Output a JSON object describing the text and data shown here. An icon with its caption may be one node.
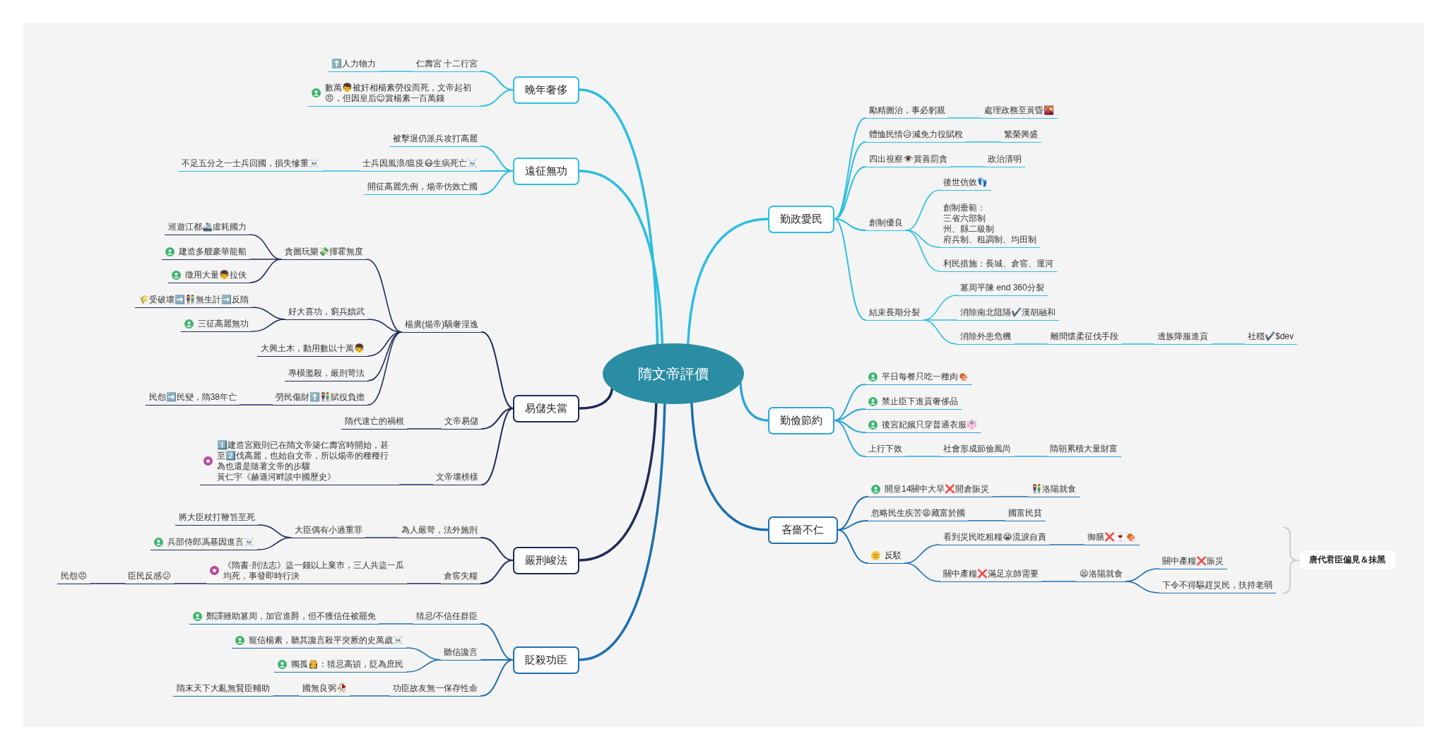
{
  "diagram": {
    "nodes": [
      {
        "text": [
          "隋文帝評價"
        ]
      },
      {
        "text": [
          "晚年奢侈"
        ]
      },
      {
        "text": [
          "仁壽宮 十二行宮"
        ]
      },
      {
        "text": [
          "⬆️人力物力"
        ]
      },
      {
        "text": [
          "數萬👦被奸相楊素勞役而死，文帝起初😠，但因皇后😊賞楊素一百萬錢"
        ]
      },
      {
        "text": [
          "遠征無功"
        ]
      },
      {
        "text": [
          "被擊退仍派兵攻打高麗"
        ]
      },
      {
        "text": [
          "士兵因風浪/瘟疫😷生病死亡☠️"
        ]
      },
      {
        "text": [
          "不足五分之一士兵回國，損失慘重☠️"
        ]
      },
      {
        "text": [
          "開征高麗先例，煬帝仿效亡國"
        ]
      },
      {
        "text": [
          "易儲失當"
        ]
      },
      {
        "text": [
          "楊廣(煬帝)驕奢淫逸"
        ]
      },
      {
        "text": [
          "貪圖玩樂💸揮霍無度"
        ]
      },
      {
        "text": [
          "巡遊江都🚢虛耗國力"
        ]
      },
      {
        "text": [
          "建造多艘豪華龍船"
        ]
      },
      {
        "text": [
          "徵用大量👦拉伕"
        ]
      },
      {
        "text": [
          "好大喜功，窮兵黷武"
        ]
      },
      {
        "text": [
          "🌾受破壞➡️👫無生計➡️反隋"
        ]
      },
      {
        "text": [
          "三征高麗無功"
        ]
      },
      {
        "text": [
          "大興土木，動用數以十萬👦"
        ]
      },
      {
        "text": [
          "專橫濫殺，嚴刑苛法"
        ]
      },
      {
        "text": [
          "勞民傷財⬆️👫賦役負擔"
        ]
      },
      {
        "text": [
          "民怨➡️民變，隋38年亡"
        ]
      },
      {
        "text": [
          "文帝易儲"
        ]
      },
      {
        "text": [
          "隋代速亡的禍根"
        ]
      },
      {
        "text": [
          "文帝壞榜樣"
        ]
      },
      {
        "text": [
          "1️⃣建造宮殿則已在隋文帝築仁壽宮時開始，甚至2️⃣伐高麗，也始自文帝，所以煬帝的種種行為也還是隨著文帝的步驟",
          "黃仁宇《赫遜河畔談中國歷史》"
        ]
      },
      {
        "text": [
          "嚴刑峻法"
        ]
      },
      {
        "text": [
          "為人嚴苛，法外施刑"
        ]
      },
      {
        "text": [
          "大臣偶有小過重罪"
        ]
      },
      {
        "text": [
          "將大臣杖打鞭笞至死"
        ]
      },
      {
        "text": [
          "兵部侍郎馮基因進言☠️"
        ]
      },
      {
        "text": [
          "倉窖失糧"
        ]
      },
      {
        "text": [
          "《隋書·刑法志》盜一錢以上棄市，三人共盜一瓜均死，事發即時行決"
        ]
      },
      {
        "text": [
          "臣民反感😕"
        ]
      },
      {
        "text": [
          "民怨😠"
        ]
      },
      {
        "text": [
          "貶殺功臣"
        ]
      },
      {
        "text": [
          "猜忌/不信任群臣"
        ]
      },
      {
        "text": [
          "鄭譯雖助篡周，加官進爵，但不獲信任被罷免"
        ]
      },
      {
        "text": [
          "聽信讒言"
        ]
      },
      {
        "text": [
          "寵信楊素，聽其讒言殺平突厥的史萬歲☠️"
        ]
      },
      {
        "text": [
          "獨孤👸：猜忌高熲，貶為庶民"
        ]
      },
      {
        "text": [
          "功臣故友無一保存性命"
        ]
      },
      {
        "text": [
          "國無良弼🥀"
        ]
      },
      {
        "text": [
          "隋末天下大亂無賢臣輔助"
        ]
      },
      {
        "text": [
          "勤政愛民"
        ]
      },
      {
        "text": [
          "勵精圖治，事必躬親"
        ]
      },
      {
        "text": [
          "處理政務至黃昏🌇"
        ]
      },
      {
        "text": [
          "體恤民情😥減免力役賦稅"
        ]
      },
      {
        "text": [
          "繁榮興盛"
        ]
      },
      {
        "text": [
          "四出視察👁️賞善罰貪"
        ]
      },
      {
        "text": [
          "政治清明"
        ]
      },
      {
        "text": [
          "創制優良"
        ]
      },
      {
        "text": [
          "後世仿效👣"
        ]
      },
      {
        "text": [
          "創制垂範：",
          "三省六部制",
          "州、縣二級制",
          "府兵制、租調制、均田制"
        ]
      },
      {
        "text": [
          "利民措施：長城、倉窖、運河"
        ]
      },
      {
        "text": [
          "結束長期分裂"
        ]
      },
      {
        "text": [
          "篡周平陳 end 360分裂"
        ]
      },
      {
        "text": [
          "消除南北阻隔✔️漢胡融和"
        ]
      },
      {
        "text": [
          "消除外患危機"
        ]
      },
      {
        "text": [
          "離間懷柔征伐手段"
        ]
      },
      {
        "text": [
          "邊族降服進貢"
        ]
      },
      {
        "text": [
          "社穩✔️$dev"
        ]
      },
      {
        "text": [
          "勤儉節約"
        ]
      },
      {
        "text": [
          "平日每餐只吃一種肉🍖"
        ]
      },
      {
        "text": [
          "禁止臣下進貢奢侈品"
        ]
      },
      {
        "text": [
          "後宮妃嬪只穿普通衣服👘"
        ]
      },
      {
        "text": [
          "上行下效"
        ]
      },
      {
        "text": [
          "社會形成節儉風尚"
        ]
      },
      {
        "text": [
          "隋朝累積大量財富"
        ]
      },
      {
        "text": [
          "吝嗇不仁"
        ]
      },
      {
        "text": [
          "開皇14關中大旱❌開倉賑災"
        ]
      },
      {
        "text": [
          "👫洛陽就食"
        ]
      },
      {
        "text": [
          "忽略民生疾苦😩藏富於國"
        ]
      },
      {
        "text": [
          "國富民貧"
        ]
      },
      {
        "text": [
          "反駁"
        ]
      },
      {
        "text": [
          "看到災民吃粗糧😭流淚自責"
        ]
      },
      {
        "text": [
          "御膳❌🍷🍖"
        ]
      },
      {
        "text": [
          "關中產糧❌滿足京師需要"
        ]
      },
      {
        "text": [
          "😫洛陽就食"
        ]
      },
      {
        "text": [
          "關中產糧❌賑災"
        ]
      },
      {
        "text": [
          "下令不得驅趕災民，扶持老弱"
        ]
      },
      {
        "text": [
          "唐代君臣偏見＆抹黑"
        ]
      }
    ],
    "edges": [
      {
        "from": 0,
        "to": 1,
        "arrow": "none"
      },
      {
        "from": 1,
        "to": 2,
        "arrow": "none"
      },
      {
        "from": 2,
        "to": 3,
        "arrow": "none"
      },
      {
        "from": 1,
        "to": 4,
        "arrow": "none"
      },
      {
        "from": 0,
        "to": 5,
        "arrow": "none"
      },
      {
        "from": 5,
        "to": 6,
        "arrow": "none"
      },
      {
        "from": 5,
        "to": 7,
        "arrow": "none"
      },
      {
        "from": 7,
        "to": 8,
        "arrow": "none"
      },
      {
        "from": 5,
        "to": 9,
        "arrow": "none"
      },
      {
        "from": 0,
        "to": 10,
        "arrow": "none",
        "color": "#1f2b57"
      },
      {
        "from": 10,
        "to": 11,
        "arrow": "none",
        "color": "#1f2b57"
      },
      {
        "from": 11,
        "to": 12,
        "arrow": "none",
        "color": "#1f2b57"
      },
      {
        "from": 12,
        "to": 13,
        "arrow": "none",
        "color": "#1f2b57"
      },
      {
        "from": 12,
        "to": 14,
        "arrow": "none",
        "color": "#1f2b57"
      },
      {
        "from": 12,
        "to": 15,
        "arrow": "none",
        "color": "#1f2b57"
      },
      {
        "from": 11,
        "to": 16,
        "arrow": "none",
        "color": "#1f2b57"
      },
      {
        "from": 16,
        "to": 17,
        "arrow": "none",
        "color": "#1f2b57"
      },
      {
        "from": 16,
        "to": 18,
        "arrow": "none",
        "color": "#1f2b57"
      },
      {
        "from": 11,
        "to": 19,
        "arrow": "none",
        "color": "#1f2b57"
      },
      {
        "from": 11,
        "to": 20,
        "arrow": "none",
        "color": "#1f2b57"
      },
      {
        "from": 11,
        "to": 21,
        "arrow": "none",
        "color": "#1f2b57"
      },
      {
        "from": 21,
        "to": 22,
        "arrow": "none",
        "color": "#1f2b57"
      },
      {
        "from": 10,
        "to": 23,
        "arrow": "none",
        "color": "#1f2b57"
      },
      {
        "from": 23,
        "to": 24,
        "arrow": "none",
        "color": "#1f2b57"
      },
      {
        "from": 10,
        "to": 25,
        "arrow": "none",
        "color": "#1f2b57"
      },
      {
        "from": 25,
        "to": 26,
        "arrow": "none",
        "color": "#1f2b57"
      },
      {
        "from": 0,
        "to": 27,
        "arrow": "none",
        "color": "#1f2b57"
      },
      {
        "from": 27,
        "to": 28,
        "arrow": "none",
        "color": "#1f2b57"
      },
      {
        "from": 28,
        "to": 29,
        "arrow": "none",
        "color": "#1f2b57"
      },
      {
        "from": 29,
        "to": 30,
        "arrow": "none",
        "color": "#1f2b57"
      },
      {
        "from": 29,
        "to": 31,
        "arrow": "none",
        "color": "#1f2b57"
      },
      {
        "from": 27,
        "to": 32,
        "arrow": "none",
        "color": "#1f2b57"
      },
      {
        "from": 32,
        "to": 33,
        "arrow": "none",
        "color": "#1f2b57"
      },
      {
        "from": 33,
        "to": 34,
        "arrow": "none",
        "color": "#1f2b57"
      },
      {
        "from": 34,
        "to": 35,
        "arrow": "none",
        "color": "#1f2b57"
      },
      {
        "from": 0,
        "to": 36,
        "arrow": "none",
        "color": "#1d6fae"
      },
      {
        "from": 36,
        "to": 37,
        "arrow": "none",
        "color": "#1d6fae"
      },
      {
        "from": 37,
        "to": 38,
        "arrow": "none",
        "color": "#1d6fae"
      },
      {
        "from": 36,
        "to": 39,
        "arrow": "none",
        "color": "#1d6fae"
      },
      {
        "from": 39,
        "to": 40,
        "arrow": "none",
        "color": "#1d6fae"
      },
      {
        "from": 39,
        "to": 41,
        "arrow": "none",
        "color": "#1d6fae"
      },
      {
        "from": 36,
        "to": 42,
        "arrow": "none",
        "color": "#1d6fae"
      },
      {
        "from": 42,
        "to": 43,
        "arrow": "none",
        "color": "#1d6fae"
      },
      {
        "from": 43,
        "to": 44,
        "arrow": "none",
        "color": "#1d6fae"
      },
      {
        "from": 0,
        "to": 45,
        "arrow": "none"
      },
      {
        "from": 45,
        "to": 46,
        "arrow": "none"
      },
      {
        "from": 46,
        "to": 47,
        "arrow": "none"
      },
      {
        "from": 45,
        "to": 48,
        "arrow": "none"
      },
      {
        "from": 48,
        "to": 49,
        "arrow": "none"
      },
      {
        "from": 45,
        "to": 50,
        "arrow": "none"
      },
      {
        "from": 50,
        "to": 51,
        "arrow": "none"
      },
      {
        "from": 45,
        "to": 52,
        "arrow": "none"
      },
      {
        "from": 52,
        "to": 53,
        "arrow": "none"
      },
      {
        "from": 52,
        "to": 54,
        "arrow": "none"
      },
      {
        "from": 52,
        "to": 55,
        "arrow": "none"
      },
      {
        "from": 45,
        "to": 56,
        "arrow": "none"
      },
      {
        "from": 56,
        "to": 57,
        "arrow": "none"
      },
      {
        "from": 56,
        "to": 58,
        "arrow": "none"
      },
      {
        "from": 56,
        "to": 59,
        "arrow": "none"
      },
      {
        "from": 59,
        "to": 60,
        "arrow": "none"
      },
      {
        "from": 60,
        "to": 61,
        "arrow": "none"
      },
      {
        "from": 61,
        "to": 62,
        "arrow": "none"
      },
      {
        "from": 0,
        "to": 63,
        "arrow": "none",
        "color": "#2ea6dc"
      },
      {
        "from": 63,
        "to": 64,
        "arrow": "none",
        "color": "#2ea6dc"
      },
      {
        "from": 63,
        "to": 65,
        "arrow": "none",
        "color": "#2ea6dc"
      },
      {
        "from": 63,
        "to": 66,
        "arrow": "none",
        "color": "#2ea6dc"
      },
      {
        "from": 63,
        "to": 67,
        "arrow": "none",
        "color": "#2ea6dc"
      },
      {
        "from": 67,
        "to": 68,
        "arrow": "none",
        "color": "#2ea6dc"
      },
      {
        "from": 68,
        "to": 69,
        "arrow": "none",
        "color": "#2ea6dc"
      },
      {
        "from": 0,
        "to": 70,
        "arrow": "none",
        "color": "#1d6fae"
      },
      {
        "from": 70,
        "to": 71,
        "arrow": "none",
        "color": "#1d6fae"
      },
      {
        "from": 71,
        "to": 72,
        "arrow": "none",
        "color": "#1d6fae"
      },
      {
        "from": 70,
        "to": 73,
        "arrow": "none",
        "color": "#1d6fae"
      },
      {
        "from": 73,
        "to": 74,
        "arrow": "none",
        "color": "#1d6fae"
      },
      {
        "from": 70,
        "to": 75,
        "arrow": "none",
        "color": "#1d6fae"
      },
      {
        "from": 75,
        "to": 76,
        "arrow": "none",
        "color": "#1d6fae"
      },
      {
        "from": 76,
        "to": 77,
        "arrow": "none",
        "color": "#1d6fae"
      },
      {
        "from": 75,
        "to": 78,
        "arrow": "none",
        "color": "#1d6fae"
      },
      {
        "from": 78,
        "to": 79,
        "arrow": "none",
        "color": "#1d6fae"
      },
      {
        "from": 79,
        "to": 80,
        "arrow": "none",
        "color": "#1d6fae"
      },
      {
        "from": 79,
        "to": 81,
        "arrow": "none",
        "color": "#1d6fae"
      }
    ]
  }
}
